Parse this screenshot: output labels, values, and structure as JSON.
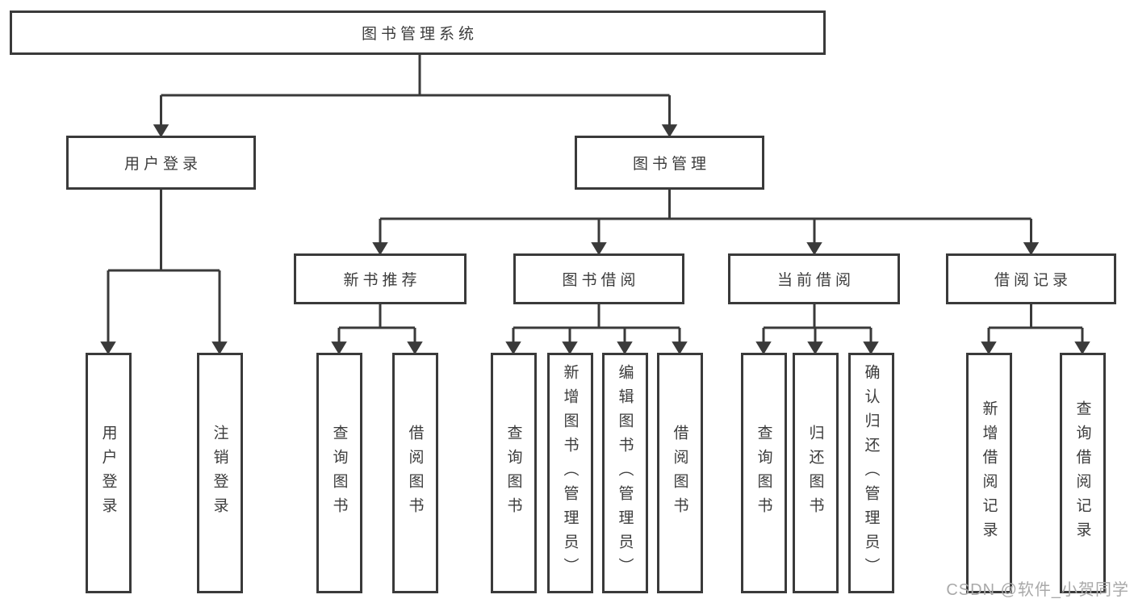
{
  "diagram": {
    "root": {
      "label": "图书管理系统"
    },
    "level2": [
      {
        "id": "user-login",
        "label": "用户登录"
      },
      {
        "id": "book-management",
        "label": "图书管理"
      }
    ],
    "level3": [
      {
        "id": "new-book-recommend",
        "label": "新书推荐"
      },
      {
        "id": "book-borrowing",
        "label": "图书借阅"
      },
      {
        "id": "current-borrowing",
        "label": "当前借阅"
      },
      {
        "id": "borrowing-records",
        "label": "借阅记录"
      }
    ],
    "leaves": [
      {
        "id": "user-login-leaf",
        "label": "用户登录",
        "parent": "用户登录"
      },
      {
        "id": "logout-leaf",
        "label": "注销登录",
        "parent": "用户登录"
      },
      {
        "id": "query-books-recommend",
        "label": "查询图书",
        "parent": "新书推荐"
      },
      {
        "id": "borrow-books-recommend",
        "label": "借阅图书",
        "parent": "新书推荐"
      },
      {
        "id": "query-books-borrowing",
        "label": "查询图书",
        "parent": "图书借阅"
      },
      {
        "id": "add-books-admin",
        "label": "新增图书（管理员）",
        "parent": "图书借阅"
      },
      {
        "id": "edit-books-admin",
        "label": "编辑图书（管理员）",
        "parent": "图书借阅"
      },
      {
        "id": "borrow-books-borrowing",
        "label": "借阅图书",
        "parent": "图书借阅"
      },
      {
        "id": "query-books-current",
        "label": "查询图书",
        "parent": "当前借阅"
      },
      {
        "id": "return-books",
        "label": "归还图书",
        "parent": "当前借阅"
      },
      {
        "id": "confirm-return-admin",
        "label": "确认归还（管理员）",
        "parent": "当前借阅"
      },
      {
        "id": "add-borrow-record",
        "label": "新增借阅记录",
        "parent": "借阅记录"
      },
      {
        "id": "query-borrow-record",
        "label": "查询借阅记录",
        "parent": "借阅记录"
      }
    ],
    "watermark": "CSDN @软件_小贺同学",
    "colors": {
      "line": "#3a3a3a",
      "text": "#3c3c3c",
      "background": "#ffffff",
      "watermark": "#a9a9a9"
    }
  }
}
